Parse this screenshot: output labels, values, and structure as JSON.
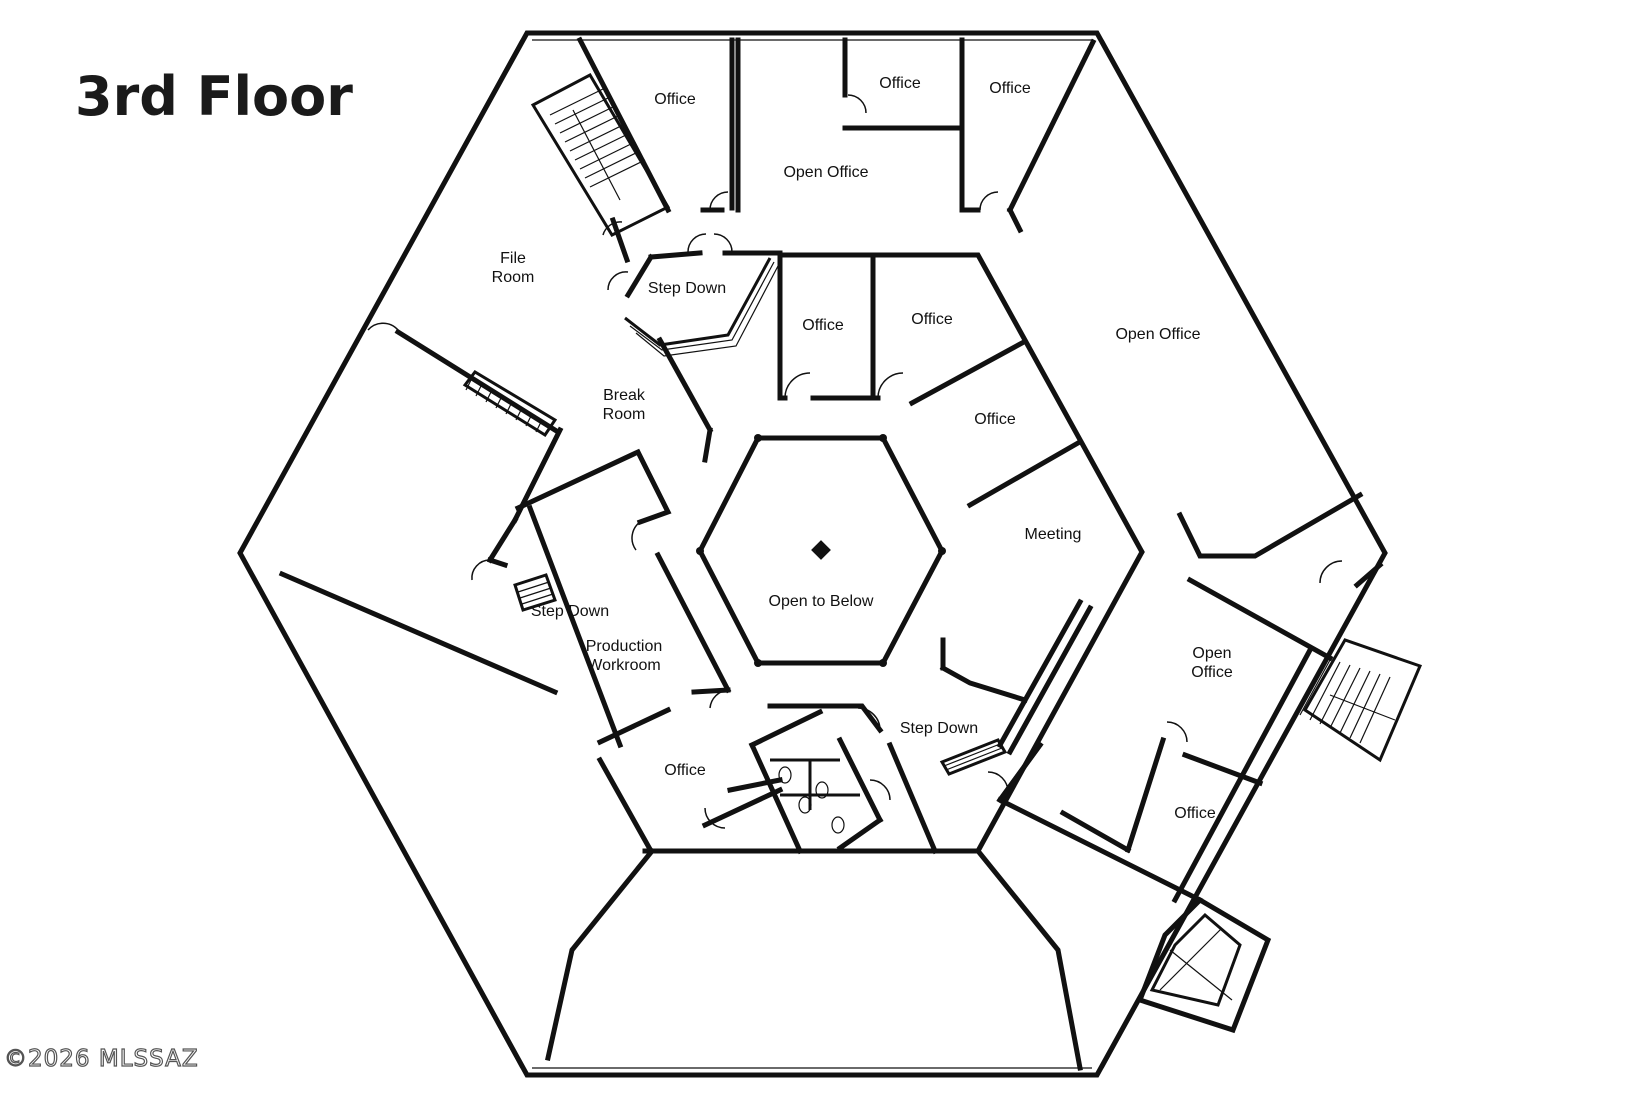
{
  "title": "3rd Floor",
  "watermark": "©2026 MLSSAZ",
  "colors": {
    "background": "#ffffff",
    "walls": "#111111",
    "title": "#1a1a1a"
  },
  "rooms": {
    "office_top_left": "Office",
    "office_top_mid": "Office",
    "office_top_right": "Office",
    "open_office_top": "Open Office",
    "file_room_line1": "File",
    "file_room_line2": "Room",
    "step_down_top": "Step Down",
    "office_inner_1": "Office",
    "office_inner_2": "Office",
    "open_office_right": "Open Office",
    "break_room_line1": "Break",
    "break_room_line2": "Room",
    "office_inner_3": "Office",
    "meeting": "Meeting",
    "open_to_below": "Open to Below",
    "step_down_left": "Step Down",
    "production_line1": "Production",
    "production_line2": "Workroom",
    "open_office_se_line1": "Open",
    "open_office_se_line2": "Office",
    "step_down_bottom": "Step Down",
    "office_bottom_left": "Office",
    "office_bottom_right": "Office"
  }
}
